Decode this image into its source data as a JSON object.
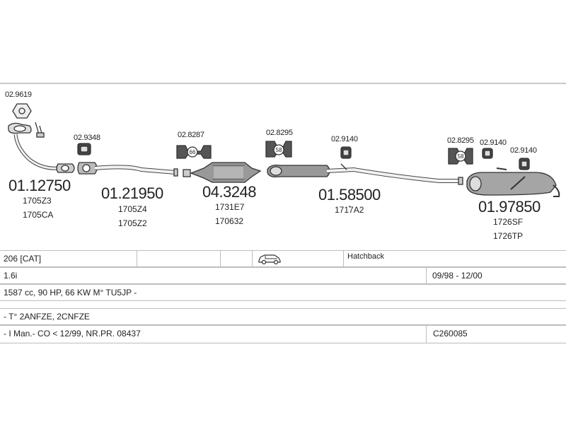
{
  "diagram": {
    "top_labels": {
      "clamp_2_9619": "02.9619",
      "clamp_2_9348": "02.9348",
      "clamp_2_8287": "02.8287",
      "clamp_2_8295_a": "02.8295",
      "hanger_2_9140_a": "02.9140",
      "clamp_2_8295_b": "02.8295",
      "hanger_2_9140_b": "02.9140",
      "hanger_2_9140_c": "02.9140"
    },
    "clamp_badges": {
      "b66": "66",
      "b58a": "58",
      "b58b": "58"
    },
    "parts": [
      {
        "main": "01.12750",
        "sub1": "1705Z3",
        "sub2": "1705CA"
      },
      {
        "main": "01.21950",
        "sub1": "1705Z4",
        "sub2": "1705Z2"
      },
      {
        "main": "04.3248",
        "sub1": "1731E7",
        "sub2": "170632"
      },
      {
        "main": "01.58500",
        "sub1": "1717A2",
        "sub2": ""
      },
      {
        "main": "01.97850",
        "sub1": "1726SF",
        "sub2": "1726TP"
      }
    ]
  },
  "info": {
    "model": "206  [CAT]",
    "body_type": "Hatchback",
    "engine": "1.6i",
    "date_range": "09/98 - 12/00",
    "spec": "1587 cc, 90 HP, 66 KW M° TU5JP -",
    "engine_codes": "- T° 2ANFZE, 2CNFZE",
    "notes": "- I Man.- CO < 12/99, NR.PR. 08437",
    "ref_code": "C260085"
  },
  "icons": {
    "car": "car-side-icon"
  }
}
